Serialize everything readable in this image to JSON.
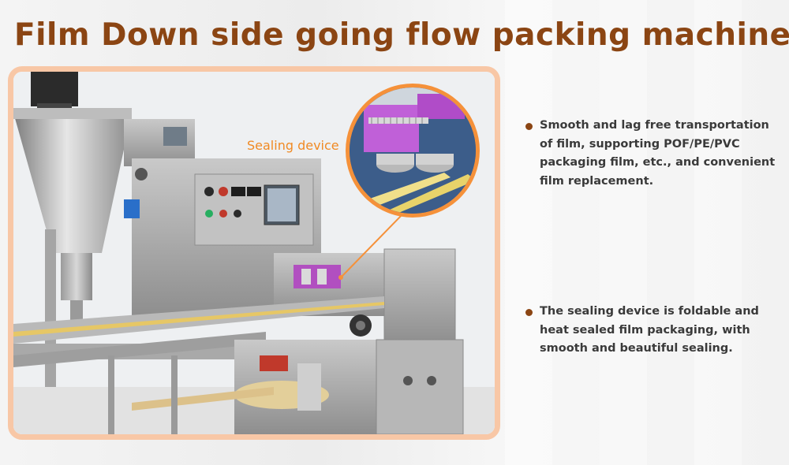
{
  "title": "Film Down side going flow packing machine",
  "callout": {
    "label": "Sealing device"
  },
  "features": [
    {
      "text": "Smooth and lag free transportation of film, supporting POF/PE/PVC packaging film, etc., and convenient film replacement."
    },
    {
      "text": "The sealing device is foldable and heat sealed film packaging, with smooth and beautiful sealing."
    }
  ],
  "colors": {
    "title": "#8b4513",
    "accent": "#f08a24",
    "frame": "#f8c7a6",
    "bullet": "#8b4513",
    "body_text": "#3a3a3a"
  },
  "icons": {
    "bullet": "bullet-dot-icon"
  }
}
